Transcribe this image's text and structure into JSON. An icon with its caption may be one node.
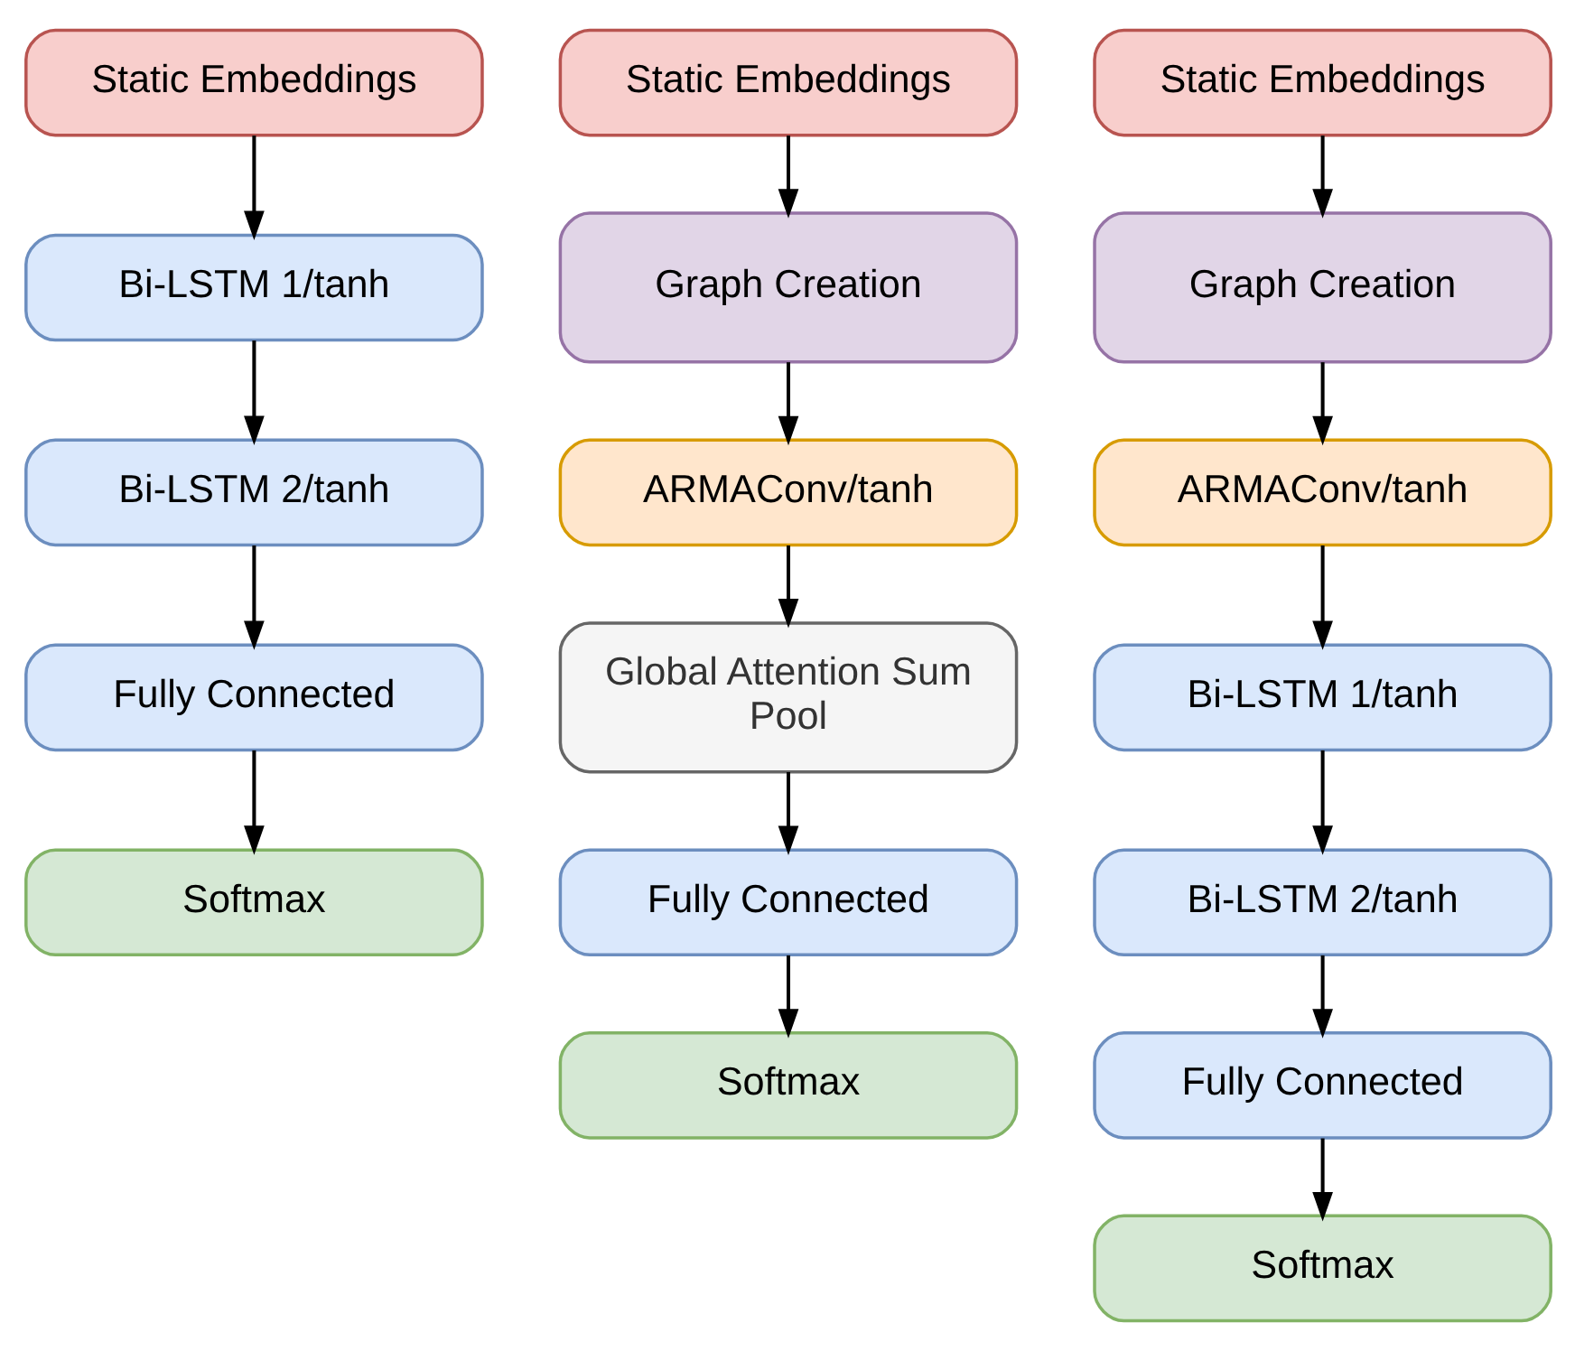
{
  "diagram": {
    "nodes": [
      {
        "text": [
          "Static Embeddings"
        ]
      },
      {
        "text": [
          "Bi-LSTM 1/tanh"
        ]
      },
      {
        "text": [
          "Bi-LSTM 2/tanh"
        ]
      },
      {
        "text": [
          "Fully Connected"
        ]
      },
      {
        "text": [
          "Softmax"
        ]
      },
      {
        "text": [
          "Static Embeddings"
        ]
      },
      {
        "text": [
          "Graph Creation"
        ]
      },
      {
        "text": [
          "ARMAConv/tanh"
        ]
      },
      {
        "text": [
          "Global Attention Sum Pool"
        ]
      },
      {
        "text": [
          "Fully Connected"
        ]
      },
      {
        "text": [
          "Softmax"
        ]
      },
      {
        "text": [
          "Static Embeddings"
        ]
      },
      {
        "text": [
          "Graph Creation"
        ]
      },
      {
        "text": [
          "ARMAConv/tanh"
        ]
      },
      {
        "text": [
          "Bi-LSTM 1/tanh"
        ]
      },
      {
        "text": [
          "Bi-LSTM 2/tanh"
        ]
      },
      {
        "text": [
          "Fully Connected"
        ]
      },
      {
        "text": [
          "Softmax"
        ]
      }
    ],
    "edges": [
      {
        "from": 0,
        "to": 1,
        "arrow": "to"
      },
      {
        "from": 1,
        "to": 2,
        "arrow": "to"
      },
      {
        "from": 2,
        "to": 3,
        "arrow": "to"
      },
      {
        "from": 3,
        "to": 4,
        "arrow": "to"
      },
      {
        "from": 5,
        "to": 6,
        "arrow": "to"
      },
      {
        "from": 6,
        "to": 7,
        "arrow": "to"
      },
      {
        "from": 7,
        "to": 8,
        "arrow": "to"
      },
      {
        "from": 8,
        "to": 9,
        "arrow": "to"
      },
      {
        "from": 9,
        "to": 10,
        "arrow": "to"
      },
      {
        "from": 11,
        "to": 12,
        "arrow": "to"
      },
      {
        "from": 12,
        "to": 13,
        "arrow": "to"
      },
      {
        "from": 13,
        "to": 14,
        "arrow": "to"
      },
      {
        "from": 14,
        "to": 15,
        "arrow": "to"
      },
      {
        "from": 15,
        "to": 16,
        "arrow": "to"
      },
      {
        "from": 16,
        "to": 17,
        "arrow": "to"
      }
    ]
  }
}
